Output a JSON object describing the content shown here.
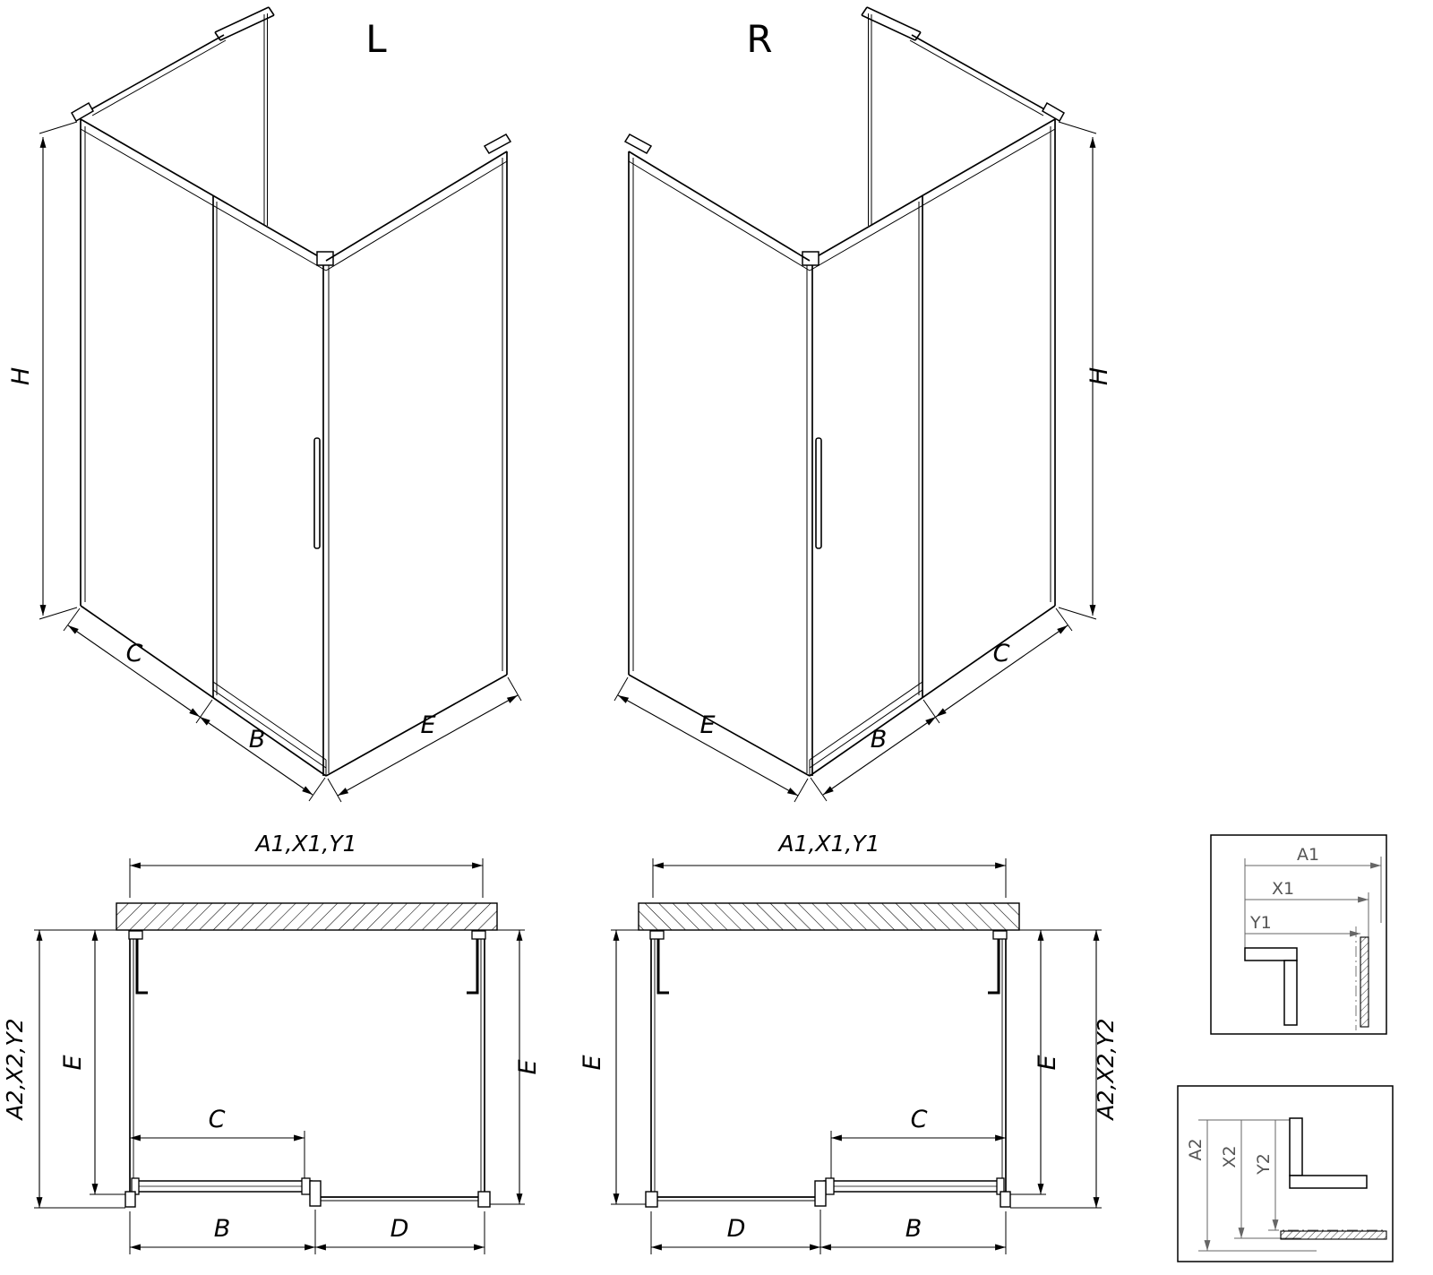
{
  "drawing": {
    "background": "#ffffff",
    "line_color": "#000000",
    "detail_line_color": "#666666",
    "iso_left": {
      "variant_label": "L",
      "height": "H",
      "segment_c": "C",
      "segment_b": "B",
      "segment_e": "E"
    },
    "iso_right": {
      "variant_label": "R",
      "height": "H",
      "segment_c": "C",
      "segment_b": "B",
      "segment_e": "E"
    },
    "plan_left": {
      "width_top": "A1,X1,Y1",
      "depth_outer": "A2,X2,Y2",
      "depth_left": "E",
      "depth_right": "E",
      "opening_c": "C",
      "bottom_b": "B",
      "bottom_d": "D"
    },
    "plan_right": {
      "width_top": "A1,X1,Y1",
      "depth_outer": "A2,X2,Y2",
      "depth_left": "E",
      "depth_right": "E",
      "opening_c": "C",
      "bottom_b": "B",
      "bottom_d": "D"
    },
    "detail_top": {
      "dim_a1": "A1",
      "dim_x1": "X1",
      "dim_y1": "Y1"
    },
    "detail_bottom": {
      "dim_a2": "A2",
      "dim_x2": "X2",
      "dim_y2": "Y2"
    }
  }
}
